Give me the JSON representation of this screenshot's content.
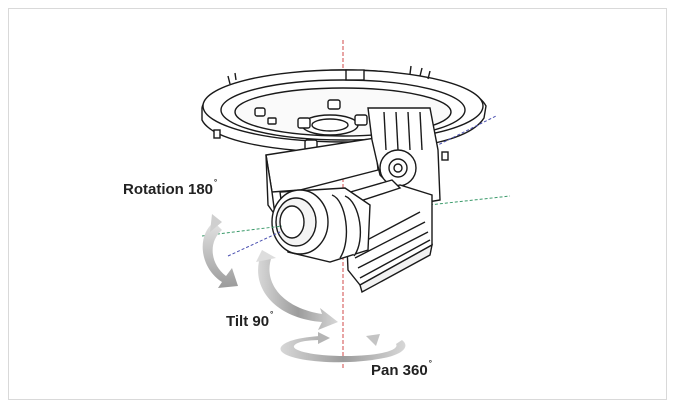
{
  "labels": {
    "rotation": {
      "text": "Rotation 180",
      "degree": "˚"
    },
    "tilt": {
      "text": "Tilt 90",
      "degree": "˚"
    },
    "pan": {
      "text": "Pan 360",
      "degree": "˚"
    }
  },
  "colors": {
    "axis_vertical": "#d04a4a",
    "axis_green": "#3a9a6a",
    "axis_blue": "#4a50b0",
    "arrow_gray": "#bdbdbd",
    "outline": "#1a1a1a"
  }
}
